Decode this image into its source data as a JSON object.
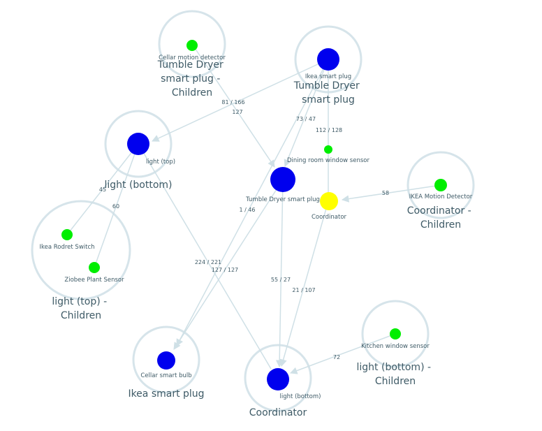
{
  "colors": {
    "router": "#0000ee",
    "end_device": "#00ee00",
    "coordinator": "#ffff00",
    "group_ring": "#d6e4ea",
    "link": "#cfe0e6",
    "text": "#3e5a66"
  },
  "groups": [
    {
      "id": "g1",
      "label_lines": [
        "Tumble Dryer",
        "smart plug -",
        "Children"
      ]
    },
    {
      "id": "g2",
      "label_lines": [
        "Tumble Dryer",
        "smart plug"
      ]
    },
    {
      "id": "g3",
      "label_lines": [
        "light (bottom)"
      ]
    },
    {
      "id": "g4",
      "label_lines": [
        "light (top) -",
        "Children"
      ]
    },
    {
      "id": "g5",
      "label_lines": [
        "Coordinator -",
        "Children"
      ]
    },
    {
      "id": "g6",
      "label_lines": [
        "Ikea smart plug"
      ]
    },
    {
      "id": "g7",
      "label_lines": [
        "Coordinator"
      ]
    },
    {
      "id": "g8",
      "label_lines": [
        "light (bottom) -",
        "Children"
      ]
    }
  ],
  "nodes": [
    {
      "id": "cellar_motion",
      "label": "Cellar motion detector",
      "type": "end_device"
    },
    {
      "id": "ikea_plug",
      "label": "Ikea smart plug",
      "type": "router"
    },
    {
      "id": "light_top",
      "label": "light (top)",
      "type": "router"
    },
    {
      "id": "dining_sensor",
      "label": "Dining room window sensor",
      "type": "end_device"
    },
    {
      "id": "tumble_plug",
      "label": "Tumble Dryer smart plug",
      "type": "router"
    },
    {
      "id": "coordinator",
      "label": "Coordinator",
      "type": "coordinator"
    },
    {
      "id": "ikea_motion",
      "label": "IKEA Motion Detector",
      "type": "end_device"
    },
    {
      "id": "rodret",
      "label": "Ikea Rodret Switch",
      "type": "end_device"
    },
    {
      "id": "zigbee_plant",
      "label": "Ziobee Plant Sensor",
      "type": "end_device"
    },
    {
      "id": "cellar_bulb",
      "label": "Cellar smart bulb",
      "type": "router"
    },
    {
      "id": "kitchen_sensor",
      "label": "Kitchen window sensor",
      "type": "end_device"
    },
    {
      "id": "light_bottom",
      "label": "light (bottom)",
      "type": "router"
    }
  ],
  "links": [
    {
      "id": "l1",
      "label": "81 / 166"
    },
    {
      "id": "l2",
      "label": "127"
    },
    {
      "id": "l3",
      "label": "73 / 47"
    },
    {
      "id": "l4",
      "label": "112 / 128"
    },
    {
      "id": "l5",
      "label": "58"
    },
    {
      "id": "l6",
      "label": "45"
    },
    {
      "id": "l7",
      "label": "60"
    },
    {
      "id": "l8",
      "label": "1 / 46"
    },
    {
      "id": "l9",
      "label": "224 / 221"
    },
    {
      "id": "l10",
      "label": "127 / 127"
    },
    {
      "id": "l11",
      "label": "55 / 27"
    },
    {
      "id": "l12",
      "label": "21 / 107"
    },
    {
      "id": "l13",
      "label": "72"
    }
  ]
}
